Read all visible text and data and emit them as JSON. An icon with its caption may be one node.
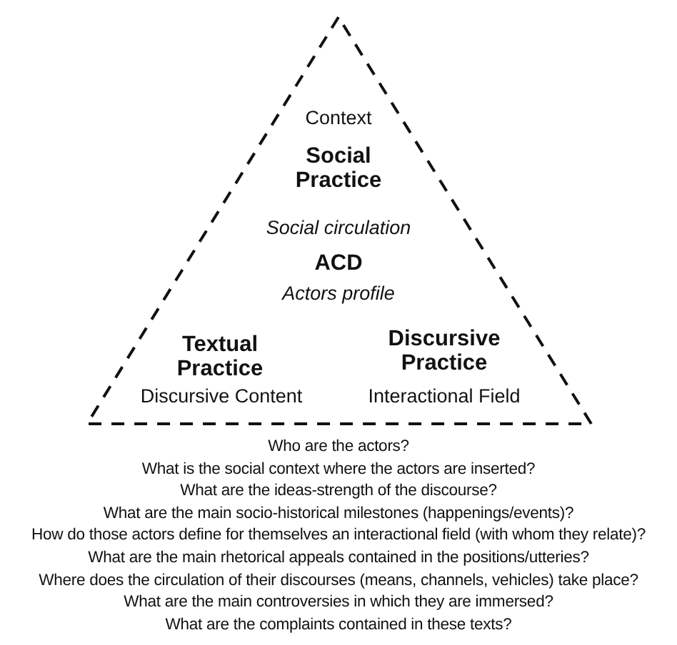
{
  "diagram": {
    "nodes": [
      {
        "text": [
          "Context",
          "Social Practice",
          "Social circulation",
          "ACD",
          "Actors profile",
          "Textual Practice",
          "Discursive Content",
          "Discursive Practice",
          "Interactional Field"
        ]
      }
    ],
    "labels": [
      "Who are the actors?",
      "What is the social context where the actors are inserted?",
      "What are the ideas-strength of the discourse?",
      "What are the main socio-historical milestones (happenings/events)?",
      "How do those actors define for themselves an interactional field (with whom they relate)?",
      "What are the main rhetorical appeals contained in the positions/utteries?",
      "Where does the circulation of their discourses (means, channels, vehicles) take place?",
      "What are the main controversies in which they are immersed?",
      "What are the complaints contained in these texts?"
    ]
  }
}
